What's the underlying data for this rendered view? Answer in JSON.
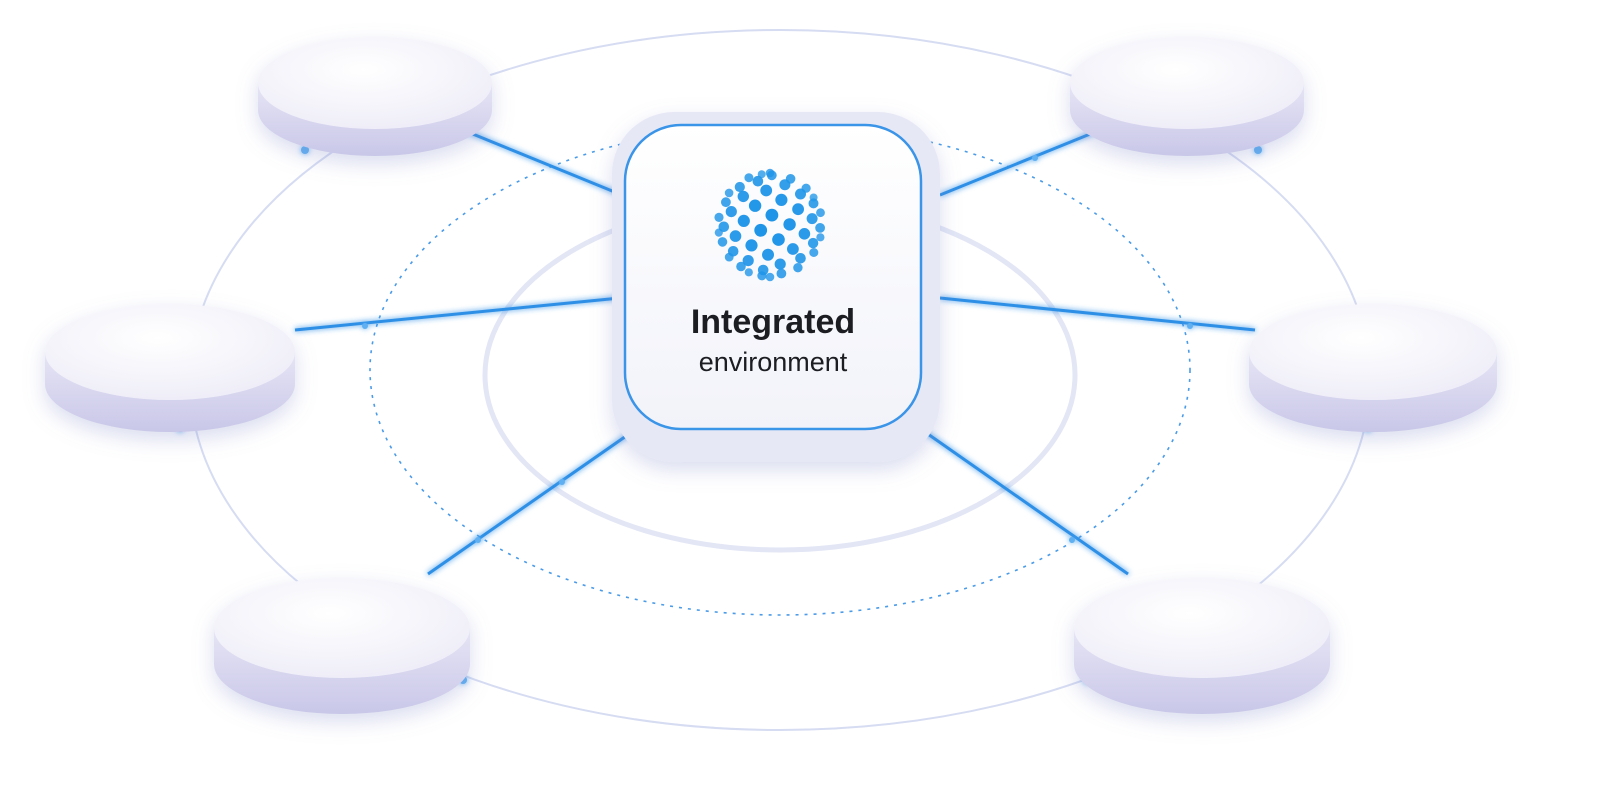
{
  "hub": {
    "title": "Integrated",
    "subtitle": "environment",
    "icon": "dotted-globe-icon"
  },
  "satellites": [
    {
      "id": "top-left"
    },
    {
      "id": "top-right"
    },
    {
      "id": "middle-left"
    },
    {
      "id": "middle-right"
    },
    {
      "id": "bottom-left"
    },
    {
      "id": "bottom-right"
    }
  ],
  "colors": {
    "accent": "#2b8fe6",
    "accent_light": "#8fc4f5",
    "disc_top": "#f4f3fb",
    "disc_side": "#dddcf0",
    "ring": "#cfd8f2",
    "text": "#1b1d22"
  }
}
